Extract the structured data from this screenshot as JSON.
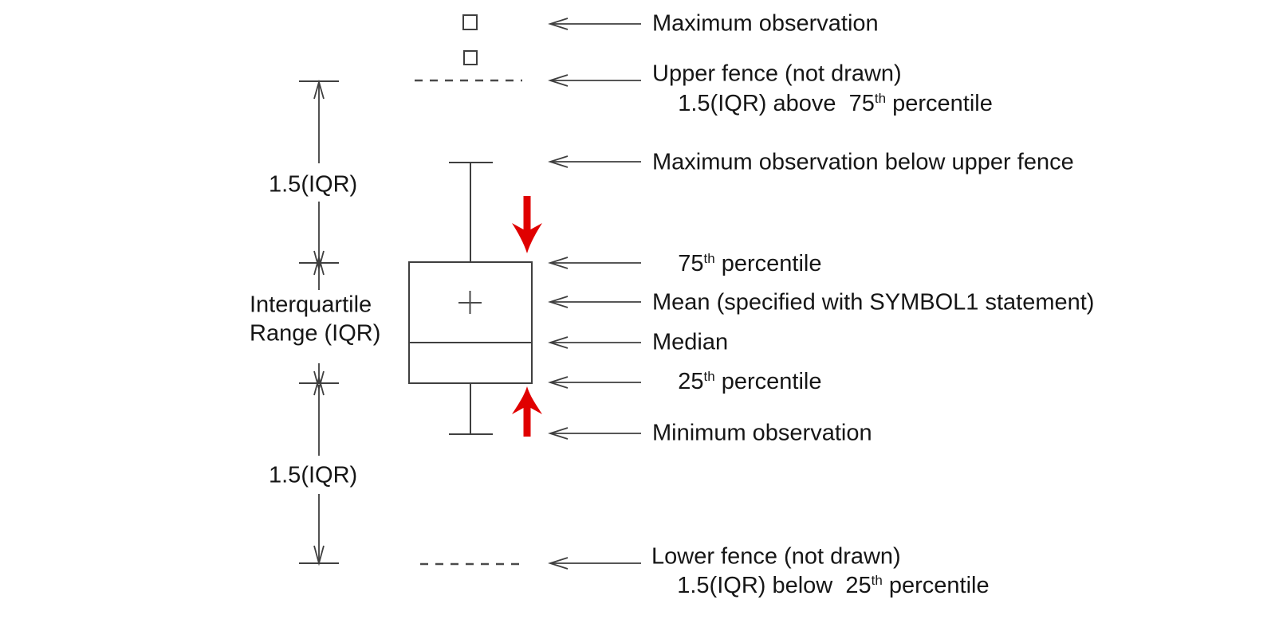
{
  "colors": {
    "highlight_arrow_red": "#e00000",
    "diagram_line": "#3f3f3f",
    "text": "#161616"
  },
  "left_annotations": {
    "iqr_factor_top": "1.5(IQR)",
    "iqr_label_line1": "Interquartile",
    "iqr_label_line2": "Range (IQR)",
    "iqr_factor_bottom": "1.5(IQR)"
  },
  "right_labels": {
    "max_observation": "Maximum observation",
    "upper_fence_line1": "Upper fence (not drawn)",
    "upper_fence_line2_pre": "1.5(IQR) above  75",
    "upper_fence_line2_sup": "th",
    "upper_fence_line2_post": " percentile",
    "max_below_upper_fence": "Maximum observation below upper fence",
    "p75_pre": "75",
    "p75_sup": "th",
    "p75_post": " percentile",
    "mean": "Mean (specified with SYMBOL1 statement)",
    "median": "Median",
    "p25_pre": "25",
    "p25_sup": "th",
    "p25_post": " percentile",
    "min_observation": "Minimum observation",
    "lower_fence_line1": "Lower fence (not drawn)",
    "lower_fence_line2_pre": "1.5(IQR) below  25",
    "lower_fence_line2_sup": "th",
    "lower_fence_line2_post": " percentile"
  }
}
